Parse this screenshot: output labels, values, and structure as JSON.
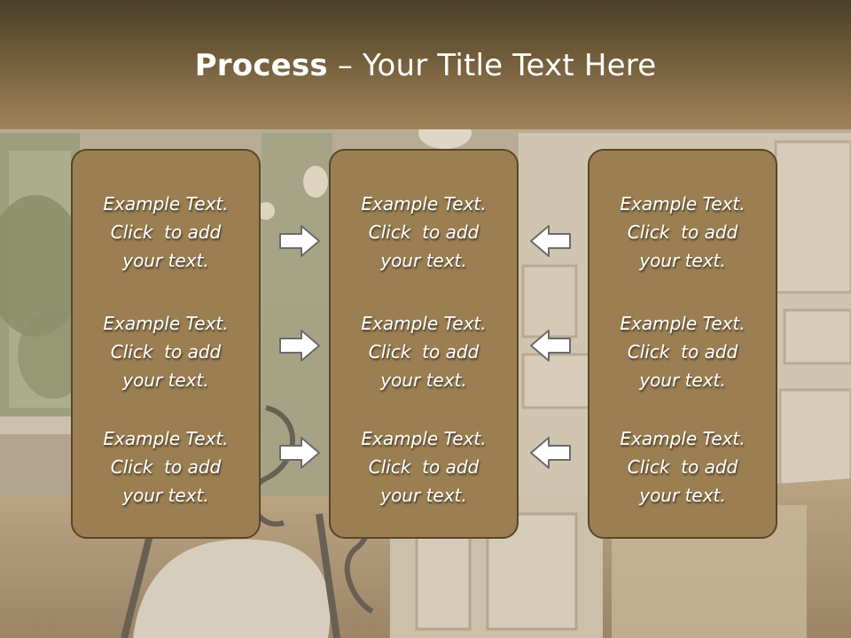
{
  "title": {
    "bold": "Process",
    "rest": " – Your Title Text Here"
  },
  "columns": [
    {
      "items": [
        {
          "line1": "Example Text.",
          "line2": "Click  to add",
          "line3": "your text."
        },
        {
          "line1": "Example Text.",
          "line2": "Click  to add",
          "line3": "your text."
        },
        {
          "line1": "Example Text.",
          "line2": "Click  to add",
          "line3": "your text."
        }
      ]
    },
    {
      "items": [
        {
          "line1": "Example Text.",
          "line2": "Click  to add",
          "line3": "your text."
        },
        {
          "line1": "Example Text.",
          "line2": "Click  to add",
          "line3": "your text."
        },
        {
          "line1": "Example Text.",
          "line2": "Click  to add",
          "line3": "your text."
        }
      ]
    },
    {
      "items": [
        {
          "line1": "Example Text.",
          "line2": "Click  to add",
          "line3": "your text."
        },
        {
          "line1": "Example Text.",
          "line2": "Click  to add",
          "line3": "your text."
        },
        {
          "line1": "Example Text.",
          "line2": "Click  to add",
          "line3": "your text."
        }
      ]
    }
  ],
  "colors": {
    "header_dark": "#4a3e28",
    "header_light": "#a0845a",
    "box_fill": "#9b7f52",
    "box_border": "#5a4628",
    "arrow_fill": "#ffffff",
    "arrow_stroke": "#6b6b6b"
  },
  "icons": {
    "left_arrows": "right-arrow-icon",
    "right_arrows": "left-arrow-icon"
  },
  "background_image": "kitchen interior photo with window, cabinets and chair"
}
